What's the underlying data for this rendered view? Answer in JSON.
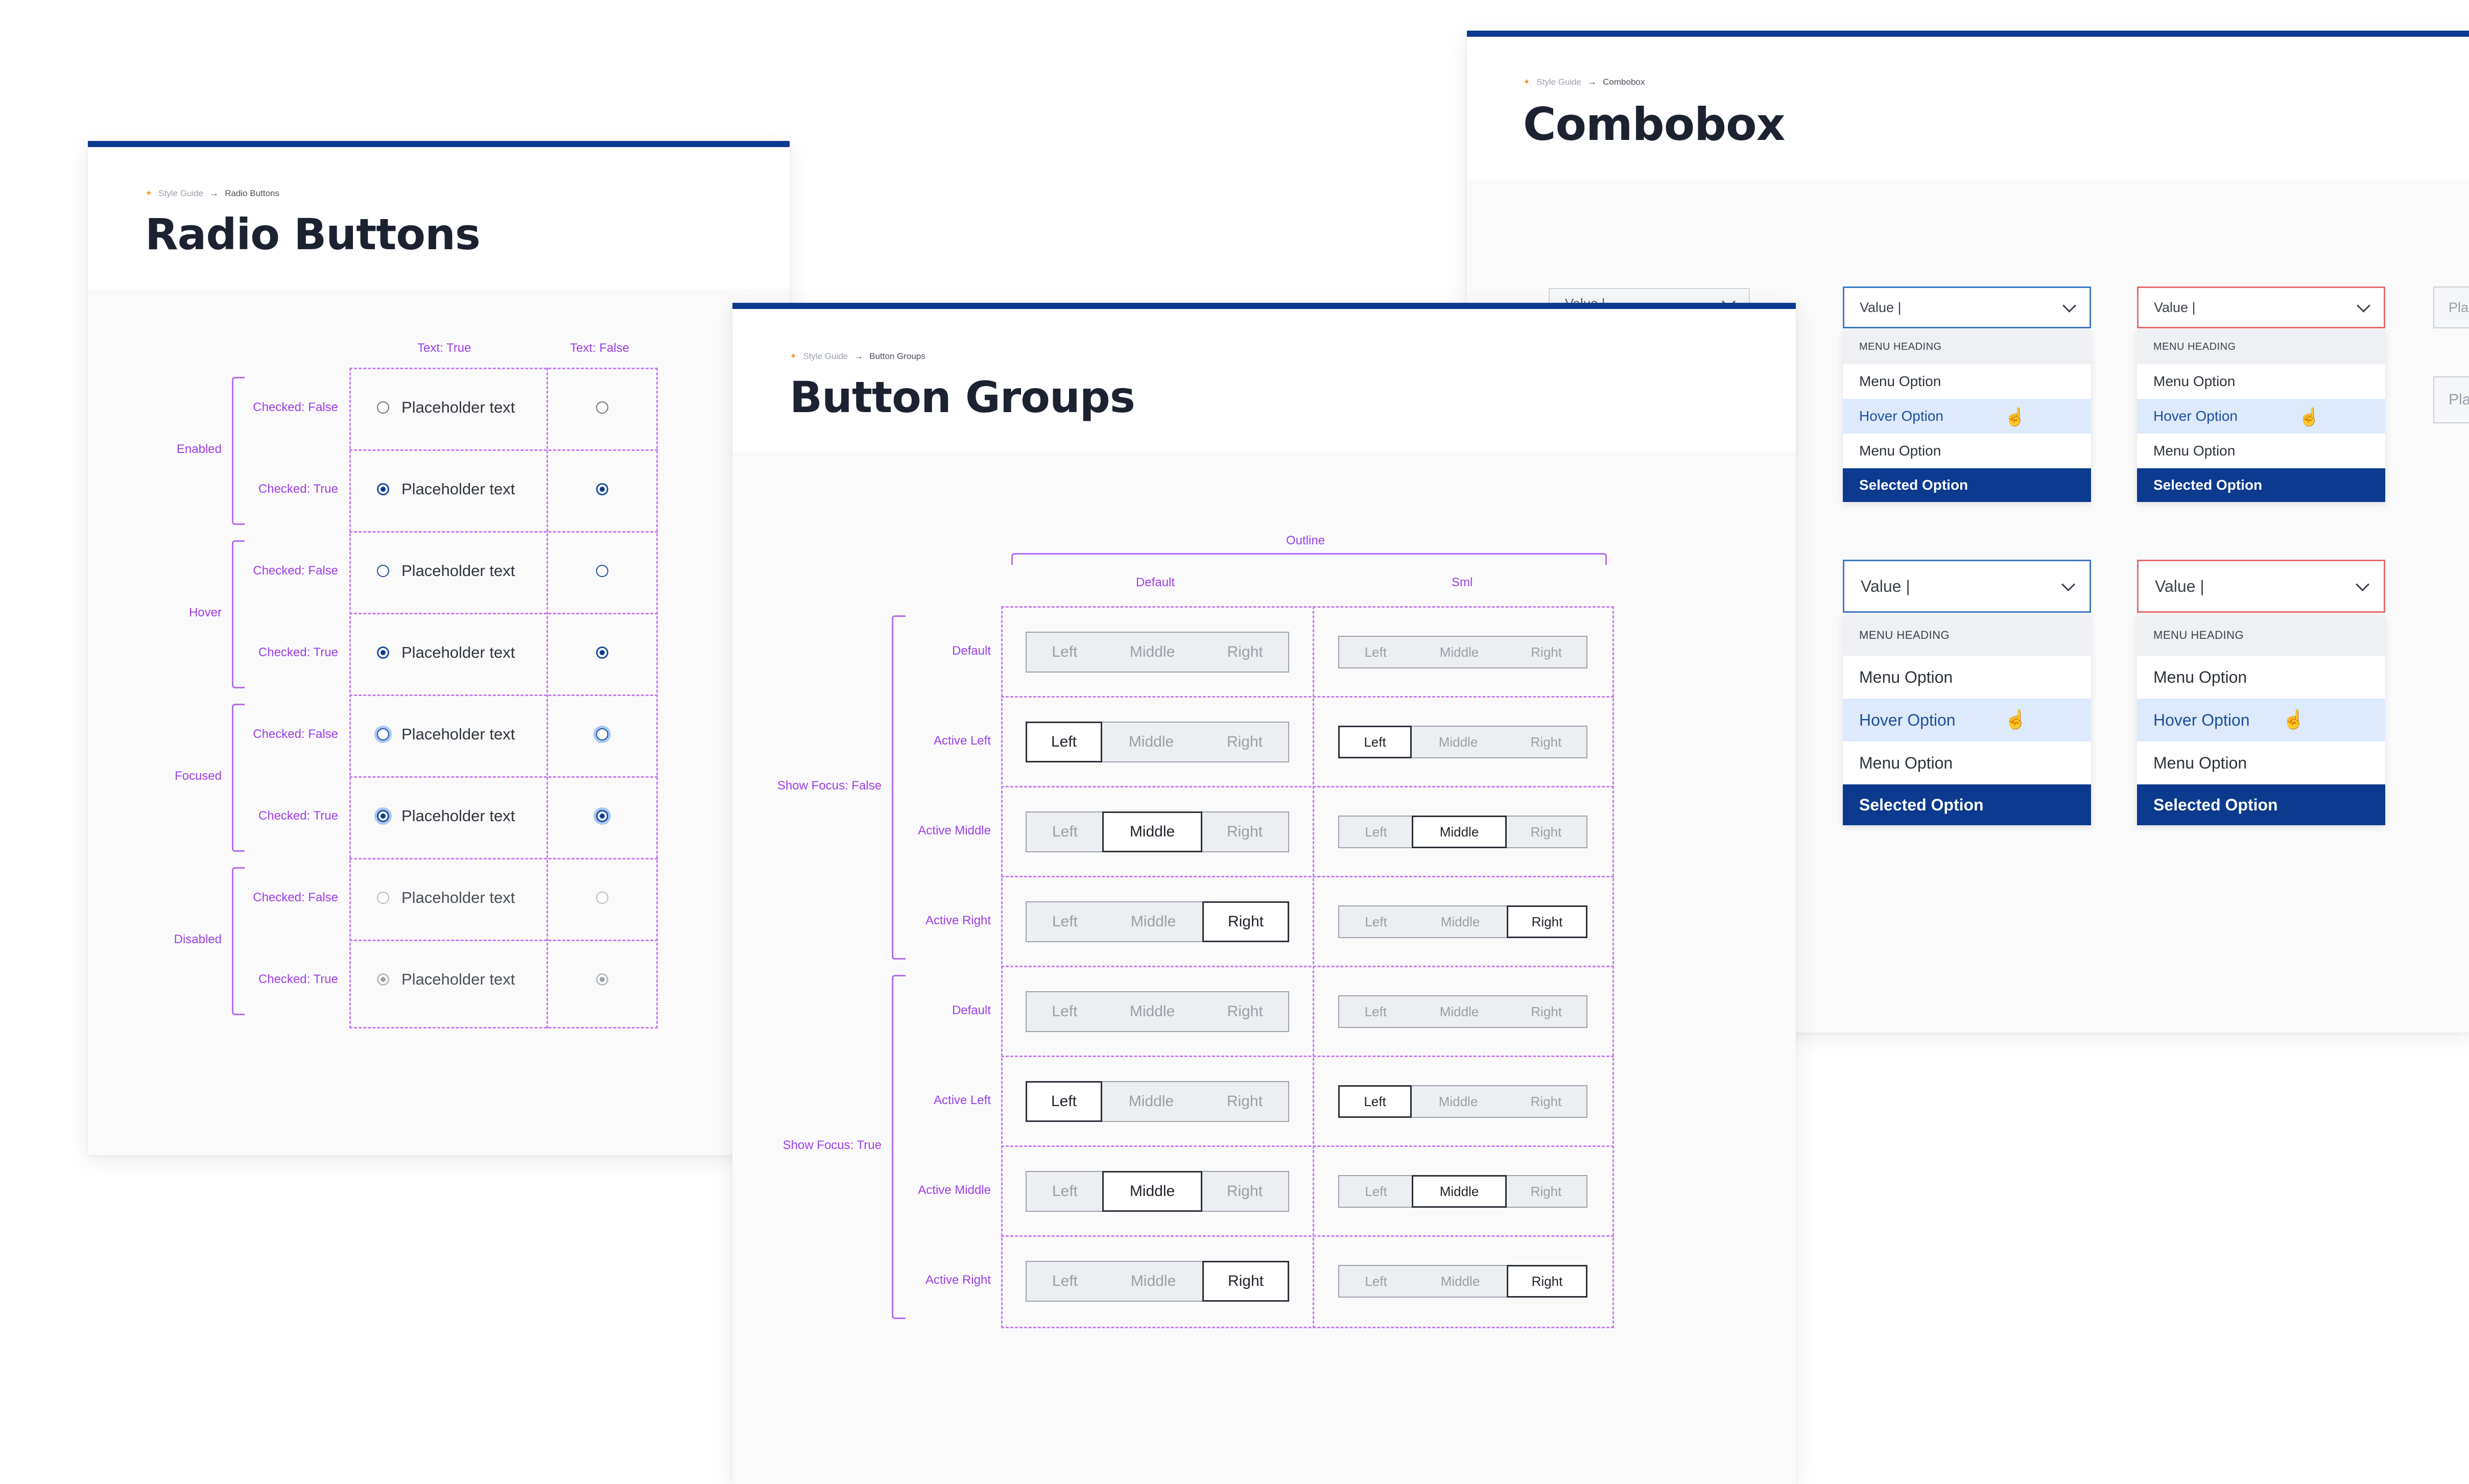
{
  "radio_card": {
    "breadcrumb": {
      "root": "Style Guide",
      "current": "Radio Buttons"
    },
    "title": "Radio Buttons",
    "col_headers": [
      "Text: True",
      "Text: False"
    ],
    "groups": [
      {
        "label": "Enabled",
        "rows": [
          {
            "label": "Checked: False",
            "text": "Placeholder text"
          },
          {
            "label": "Checked: True",
            "text": "Placeholder text"
          }
        ]
      },
      {
        "label": "Hover",
        "rows": [
          {
            "label": "Checked: False",
            "text": "Placeholder text"
          },
          {
            "label": "Checked: True",
            "text": "Placeholder text"
          }
        ]
      },
      {
        "label": "Focused",
        "rows": [
          {
            "label": "Checked: False",
            "text": "Placeholder text"
          },
          {
            "label": "Checked: True",
            "text": "Placeholder text"
          }
        ]
      },
      {
        "label": "Disabled",
        "rows": [
          {
            "label": "Checked: False",
            "text": "Placeholder text"
          },
          {
            "label": "Checked: True",
            "text": "Placeholder text"
          }
        ]
      }
    ]
  },
  "button_card": {
    "breadcrumb": {
      "root": "Style Guide",
      "current": "Button Groups"
    },
    "title": "Button Groups",
    "top_header": "Outline",
    "col_headers": [
      "Default",
      "Sml"
    ],
    "segments": [
      "Left",
      "Middle",
      "Right"
    ],
    "groups": [
      {
        "label": "Show Focus: False",
        "rows": [
          "Default",
          "Active Left",
          "Active Middle",
          "Active Right"
        ]
      },
      {
        "label": "Show Focus: True",
        "rows": [
          "Default",
          "Active Left",
          "Active Middle",
          "Active Right"
        ]
      }
    ]
  },
  "combo_card": {
    "breadcrumb": {
      "root": "Style Guide",
      "current": "Combobox"
    },
    "title": "Combobox",
    "value": "Value |",
    "placeholder_clip": "Pla",
    "menu": {
      "heading": "MENU HEADING",
      "items": [
        "Menu Option",
        "Hover Option",
        "Menu Option",
        "Selected Option"
      ]
    }
  },
  "colors": {
    "brand": "#0b3a8f",
    "annotation": "#9b3fe8",
    "error": "#e56b6b",
    "focus": "#3d78c7"
  }
}
